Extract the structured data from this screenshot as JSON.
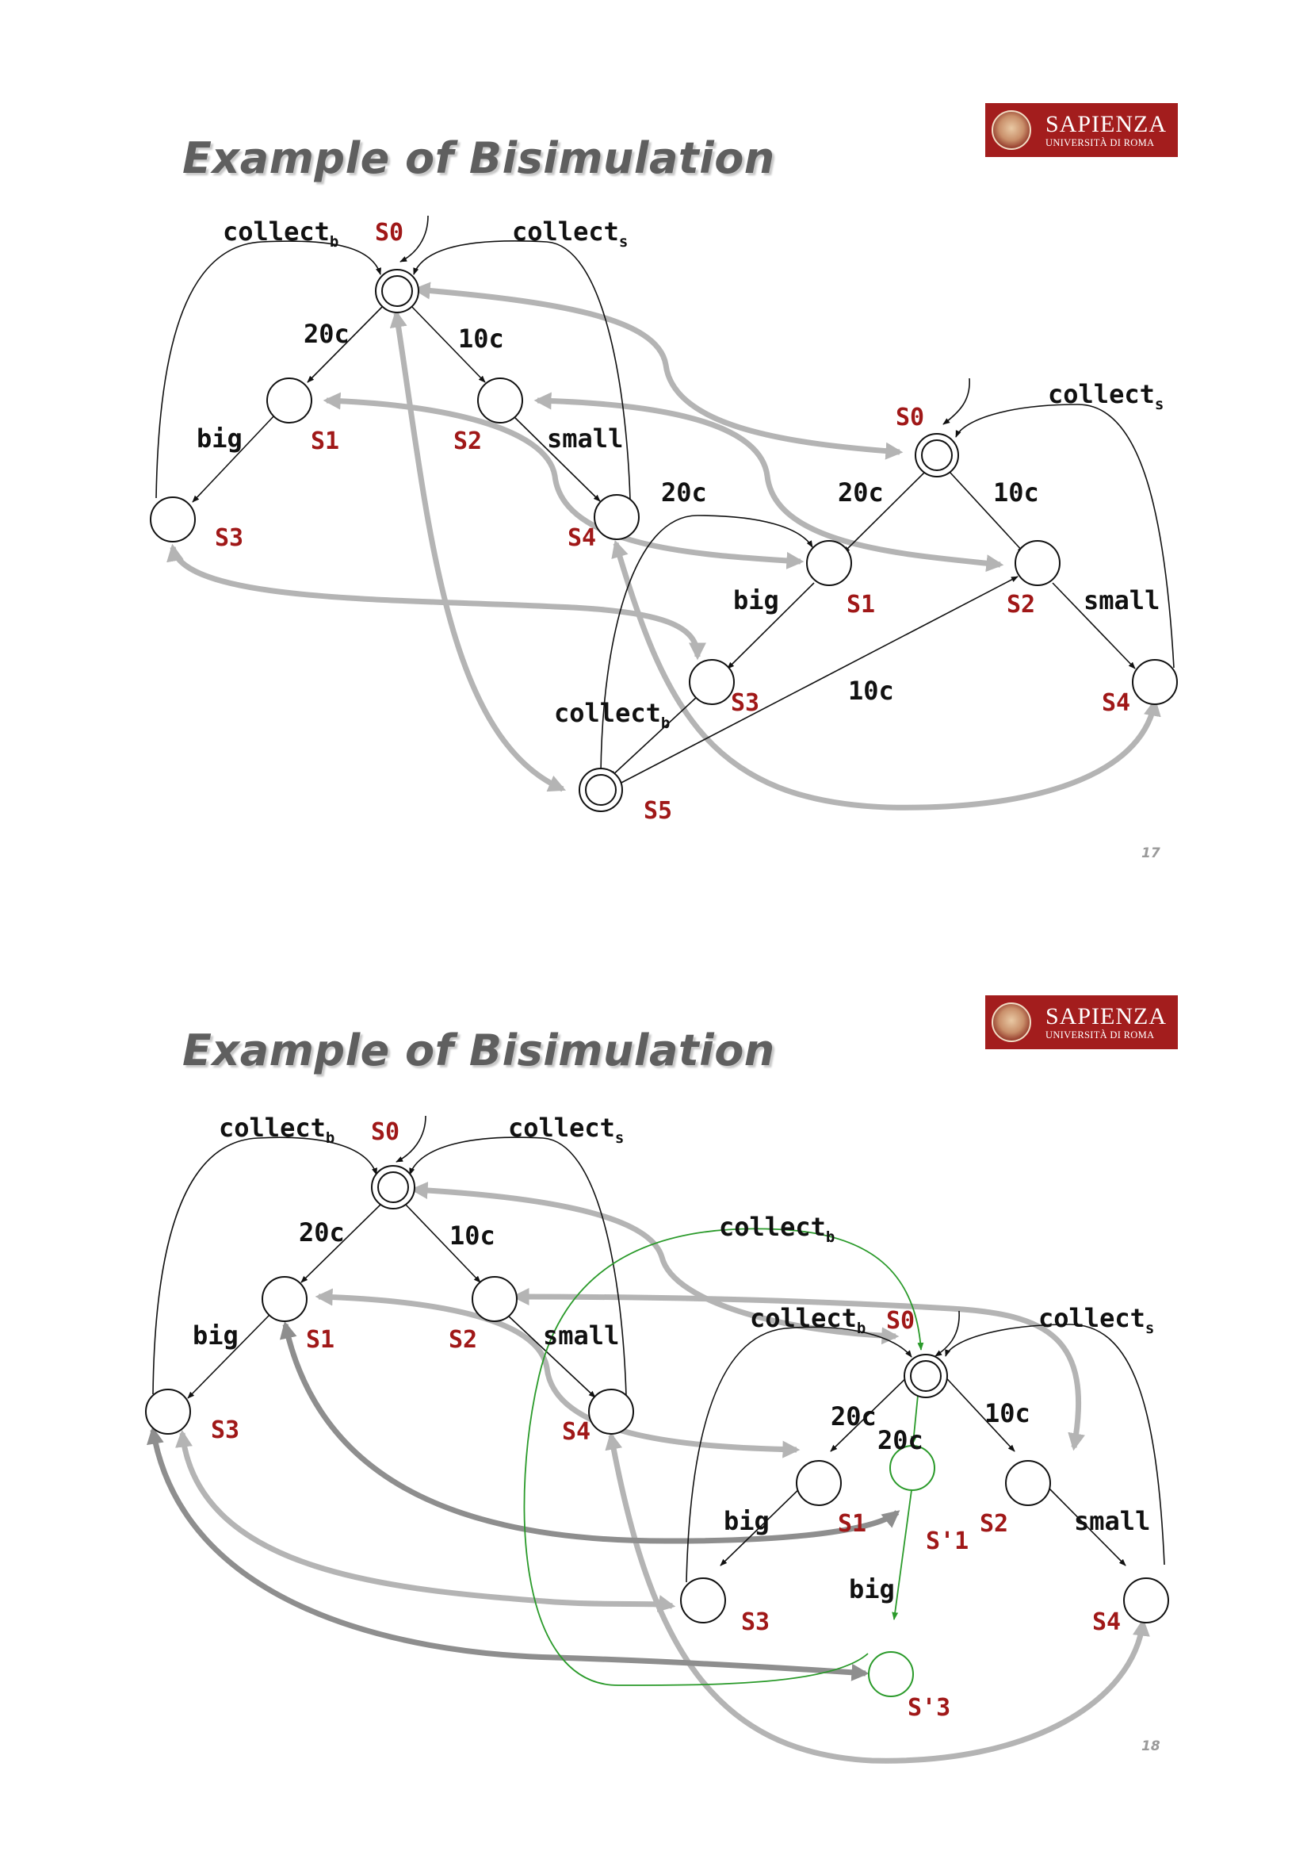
{
  "slides": [
    {
      "title": "Example of Bisimulation",
      "logo": {
        "name": "SAPIENZA",
        "subtitle": "UNIVERSITÀ DI ROMA"
      },
      "page_number": "17",
      "left_machine": {
        "states": [
          "S0",
          "S1",
          "S2",
          "S3",
          "S4"
        ],
        "edge_labels": {
          "collect_b": "collect",
          "collect_s": "collect",
          "c20": "20c",
          "c10": "10c",
          "big": "big",
          "small": "small"
        }
      },
      "right_machine": {
        "states": [
          "S0",
          "S1",
          "S2",
          "S3",
          "S4",
          "S5"
        ],
        "edge_labels": {
          "collect_s": "collect",
          "c20_a": "20c",
          "c20_b": "20c",
          "c10_a": "10c",
          "c10_b": "10c",
          "big": "big",
          "small": "small",
          "collect_b": "collect"
        }
      }
    },
    {
      "title": "Example of Bisimulation",
      "logo": {
        "name": "SAPIENZA",
        "subtitle": "UNIVERSITÀ DI ROMA"
      },
      "page_number": "18",
      "left_machine": {
        "states": [
          "S0",
          "S1",
          "S2",
          "S3",
          "S4"
        ],
        "edge_labels": {
          "collect_b": "collect",
          "collect_s": "collect",
          "c20": "20c",
          "c10": "10c",
          "big": "big",
          "small": "small"
        }
      },
      "right_machine": {
        "states": [
          "S0",
          "S1",
          "S2",
          "S3",
          "S4",
          "S'1",
          "S'3"
        ],
        "edge_labels": {
          "collect_b_green": "collect",
          "collect_b": "collect",
          "collect_s": "collect",
          "c20_a": "20c",
          "c20_b": "20c",
          "c10": "10c",
          "big_a": "big",
          "big_b": "big",
          "small": "small"
        }
      }
    }
  ],
  "subscripts": {
    "b": "b",
    "s": "s",
    "0": "0",
    "1": "1",
    "2": "2",
    "3": "3",
    "4": "4",
    "5": "5"
  },
  "colors": {
    "title": "#5f5f5f",
    "state_label": "#a01818",
    "relation_arrow": "#b4b4b4",
    "relation_arrow_dark": "#8e8e8e",
    "green_extension": "#2a9a2a",
    "logo_bg": "#a31d1d"
  }
}
